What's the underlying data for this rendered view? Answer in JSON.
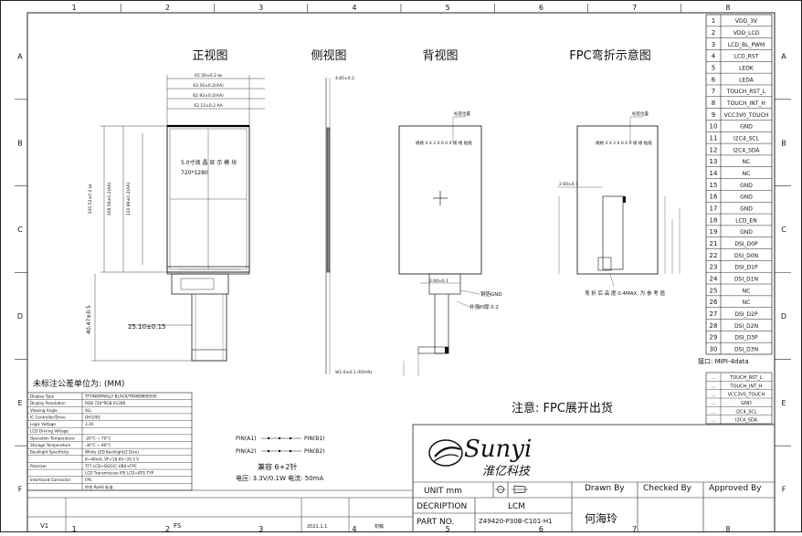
{
  "grid": {
    "columns": [
      "1",
      "2",
      "3",
      "4",
      "5",
      "6",
      "7",
      "8"
    ],
    "rows": [
      "A",
      "B",
      "C",
      "D",
      "E",
      "F"
    ]
  },
  "views": {
    "front": "正视图",
    "side": "侧视图",
    "back": "背视图",
    "fpc": "FPC弯折示意图"
  },
  "front_view": {
    "display_text_1": "5.0寸液 晶 显 示 模 块",
    "display_text_2": "720*1280",
    "top_dims": [
      "65.56±0.2 ㎜",
      "63.56±0.2(AA)",
      "62.92±0.2(AA)",
      "62.12±0.2 AA"
    ],
    "left_dims": [
      "110.52±0.2 ㎜",
      "108.56±0.2(AA)",
      "110.86±0.2(AA)"
    ],
    "fpc_dim_1": "25.10±0.15",
    "fpc_dim_2": "40.47±0.5"
  },
  "side_view": {
    "top_dim": "4.85±0.2",
    "bottom_dim": "W1.0±0.1 (ROHS)"
  },
  "back_view": {
    "label_tag": "标签位置",
    "label_spec": "规格 4 X 2 0.0 A 0 规 格 贴纸",
    "gnd_callout": "铜箔GND",
    "stiffener_callout": "补强PI厚 0.2",
    "conn_dim": "2.60±0.1"
  },
  "fpc_view": {
    "label_tag": "标签位置",
    "label_spec": "规格 4 X 2 0.0 A 0 规 格 贴纸",
    "bend_dim": "2.60±0.1",
    "note": "弯 折 后 高 度 0.4MAX, 为 参 考 值"
  },
  "pins": [
    {
      "no": "1",
      "sig": "VDD_3V"
    },
    {
      "no": "2",
      "sig": "VDD_LCD"
    },
    {
      "no": "3",
      "sig": "LCD_BL_PWM"
    },
    {
      "no": "4",
      "sig": "LCD_RST"
    },
    {
      "no": "5",
      "sig": "LEDK"
    },
    {
      "no": "6",
      "sig": "LEDA"
    },
    {
      "no": "7",
      "sig": "TOUCH_RST_L"
    },
    {
      "no": "8",
      "sig": "TOUCH_INT_H"
    },
    {
      "no": "9",
      "sig": "VCC3V0_TOUCH"
    },
    {
      "no": "10",
      "sig": "GND"
    },
    {
      "no": "11",
      "sig": "I2C4_SCL"
    },
    {
      "no": "12",
      "sig": "I2C4_SDA"
    },
    {
      "no": "13",
      "sig": "NC"
    },
    {
      "no": "14",
      "sig": "NC"
    },
    {
      "no": "15",
      "sig": "GND"
    },
    {
      "no": "16",
      "sig": "GND"
    },
    {
      "no": "17",
      "sig": "GND"
    },
    {
      "no": "18",
      "sig": "LCD_EN"
    },
    {
      "no": "19",
      "sig": "GND"
    },
    {
      "no": "21",
      "sig": "DSI_D0P"
    },
    {
      "no": "22",
      "sig": "DSI_D0N"
    },
    {
      "no": "23",
      "sig": "DSI_D1P"
    },
    {
      "no": "24",
      "sig": "DSI_D1N"
    },
    {
      "no": "25",
      "sig": "NC"
    },
    {
      "no": "26",
      "sig": "NC"
    },
    {
      "no": "27",
      "sig": "DSI_D2P"
    },
    {
      "no": "28",
      "sig": "DSI_D2N"
    },
    {
      "no": "29",
      "sig": "DSI_D3P"
    },
    {
      "no": "30",
      "sig": "DSI_D3N"
    }
  ],
  "pin_note": "接口: MIPI-4data",
  "touch_pins": [
    {
      "no": "...",
      "sig": "TOUCH_RST_L"
    },
    {
      "no": "...",
      "sig": "TOUCH_INT_H"
    },
    {
      "no": "...",
      "sig": "VCC3V0_TOUCH"
    },
    {
      "no": "...",
      "sig": "GND"
    },
    {
      "no": "...",
      "sig": "I2C4_SCL"
    },
    {
      "no": "...",
      "sig": "I2C4_SDA"
    }
  ],
  "spec_title": "未标注公差单位为: (MM)",
  "spec_rows": [
    {
      "label": "Display Type",
      "value": "TFT/NORMALLY BLACK/TRANSMISSIVE"
    },
    {
      "label": "Display Resolution",
      "value": "RGB 720*RGB X1280"
    },
    {
      "label": "Viewing Angle",
      "value": "ALL"
    },
    {
      "label": "IC Controller/Drive",
      "value": "OH1001"
    },
    {
      "label": "Logic Voltage",
      "value": "3.3V"
    },
    {
      "label": "LCD Driving Voltage",
      "value": ""
    },
    {
      "label": "Operation Temperature",
      "value": "-20°C ~ 70°C"
    },
    {
      "label": "Storage Temperature",
      "value": "-30°C ~ 80°C"
    },
    {
      "label": "Backlight Specificity",
      "value": "White LED Backlight(2 Dice)"
    },
    {
      "label": "",
      "value": "If=40mA, VF=18.6V~20.5 V"
    },
    {
      "label": "Polarizer",
      "value": "TFT LCD+OGG(C-UBI)+FPC"
    },
    {
      "label": "",
      "value": "LCD Transmissive IPS LCD+ATG TYP"
    },
    {
      "label": "Interfaced Connector",
      "value": "FPC"
    },
    {
      "label": "",
      "value": "符合 RoHS 标准"
    }
  ],
  "pin_legend": {
    "pin_a_left": "PIN(A1)",
    "pin_a_right": "PIN(B1)",
    "pin_b_left": "PIN(A2)",
    "pin_b_right": "PIN(B2)",
    "connector": "兼容 6+2针",
    "power": "电压: 3.3V/0.1W  电流: 50mA"
  },
  "notice": "注意: FPC展开出货",
  "title_block": {
    "logo": "Sunyi",
    "company": "淮亿科技",
    "unit": "UNIT mm",
    "description_label": "DECRIPTION",
    "description_value": "LCM",
    "part_label": "PART NO.",
    "part_value": "Z49420-P30B-C101-H1",
    "drawn_by_label": "Drawn By",
    "drawn_by_value": "何海玲",
    "checked_by_label": "Checked By",
    "approved_by_label": "Approved By"
  },
  "revision_row": {
    "version": "V1",
    "status": "FS",
    "date": "2021.1.1",
    "note": "初稿"
  }
}
